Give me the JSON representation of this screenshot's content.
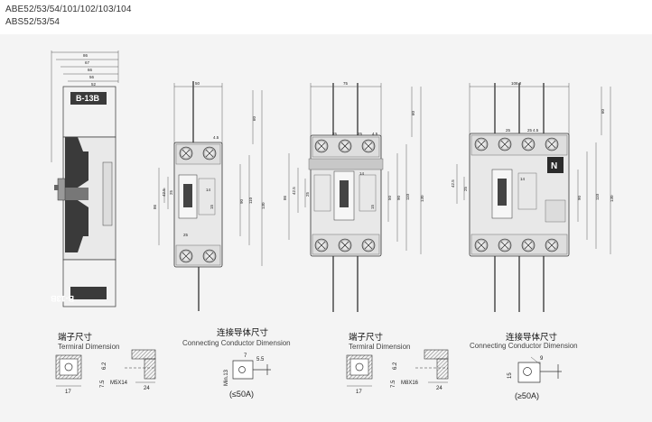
{
  "header": {
    "line1": "ABE52/53/54/101/102/103/104",
    "line2": "ABS52/53/54"
  },
  "side_view": {
    "dims": [
      "86",
      "67",
      "66",
      "56",
      "52"
    ],
    "label_top": "B-13B",
    "label_bottom": "B-13B"
  },
  "view_2p": {
    "width": "50",
    "dims_right": [
      "60",
      "130",
      "110",
      "90"
    ],
    "dims_left": [
      "86",
      "42.5",
      "25"
    ],
    "dims_inner": [
      "14",
      "15",
      "25"
    ],
    "hole": "4.5"
  },
  "view_3p": {
    "width": "75",
    "dims_right": [
      "60",
      "130",
      "110",
      "90",
      "50"
    ],
    "dims_left": [
      "86",
      "42.5",
      "25"
    ],
    "dims_inner": [
      "25",
      "25",
      "14",
      "15"
    ],
    "hole": "4.5"
  },
  "view_4p": {
    "width": "108.2",
    "dims_right": [
      "60",
      "130",
      "110",
      "90"
    ],
    "dims_left": [
      "42.5",
      "25"
    ],
    "dims_inner": [
      "25",
      "25",
      "14"
    ],
    "hole": "4.5",
    "neutral": "N"
  },
  "details": [
    {
      "title_cn": "端子尺寸",
      "title_en": "Termiral Dimension",
      "dims": [
        "17",
        "7.5",
        "6.2",
        "M5X14",
        "24"
      ]
    },
    {
      "title_cn": "连接导体尺寸",
      "title_en": "Connecting Conductor Dimension",
      "dims": [
        "7",
        "5.5",
        "Min.13"
      ],
      "note": "(≤50A)"
    },
    {
      "title_cn": "端子尺寸",
      "title_en": "Termiral Dimension",
      "dims": [
        "17",
        "7.5",
        "6.2",
        "M8X16",
        "24"
      ]
    },
    {
      "title_cn": "连接导体尺寸",
      "title_en": "Connecting Conductor Dimension",
      "dims": [
        "9",
        "15"
      ],
      "note": "(≥50A)"
    }
  ]
}
